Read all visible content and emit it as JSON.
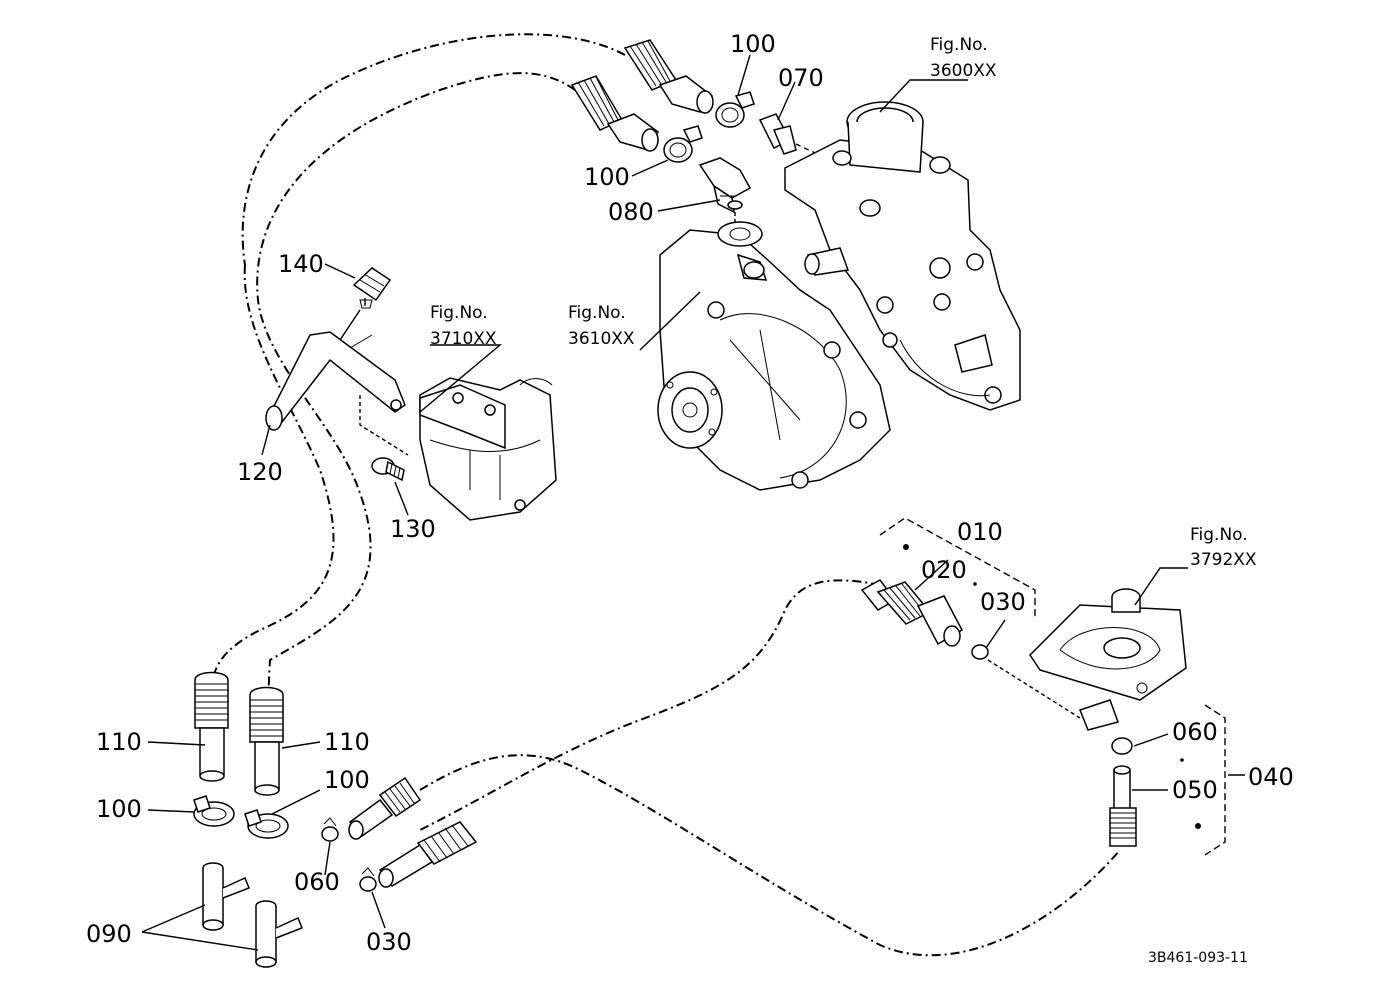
{
  "labels": {
    "p010": "010",
    "p020": "020",
    "p030_top": "030",
    "p030_bottom": "030",
    "p040": "040",
    "p050": "050",
    "p060_right": "060",
    "p060_left": "060",
    "p070": "070",
    "p080": "080",
    "p090": "090",
    "p100_top": "100",
    "p100_mid": "100",
    "p100_left": "100",
    "p100_lower": "100",
    "p110_left": "110",
    "p110_right": "110",
    "p120": "120",
    "p130": "130",
    "p140": "140"
  },
  "figure_refs": [
    {
      "title": "Fig.No.",
      "number": "3600XX"
    },
    {
      "title": "Fig.No.",
      "number": "3610XX"
    },
    {
      "title": "Fig.No.",
      "number": "3710XX"
    },
    {
      "title": "Fig.No.",
      "number": "3792XX"
    }
  ],
  "drawing_code": "3B461-093-11"
}
